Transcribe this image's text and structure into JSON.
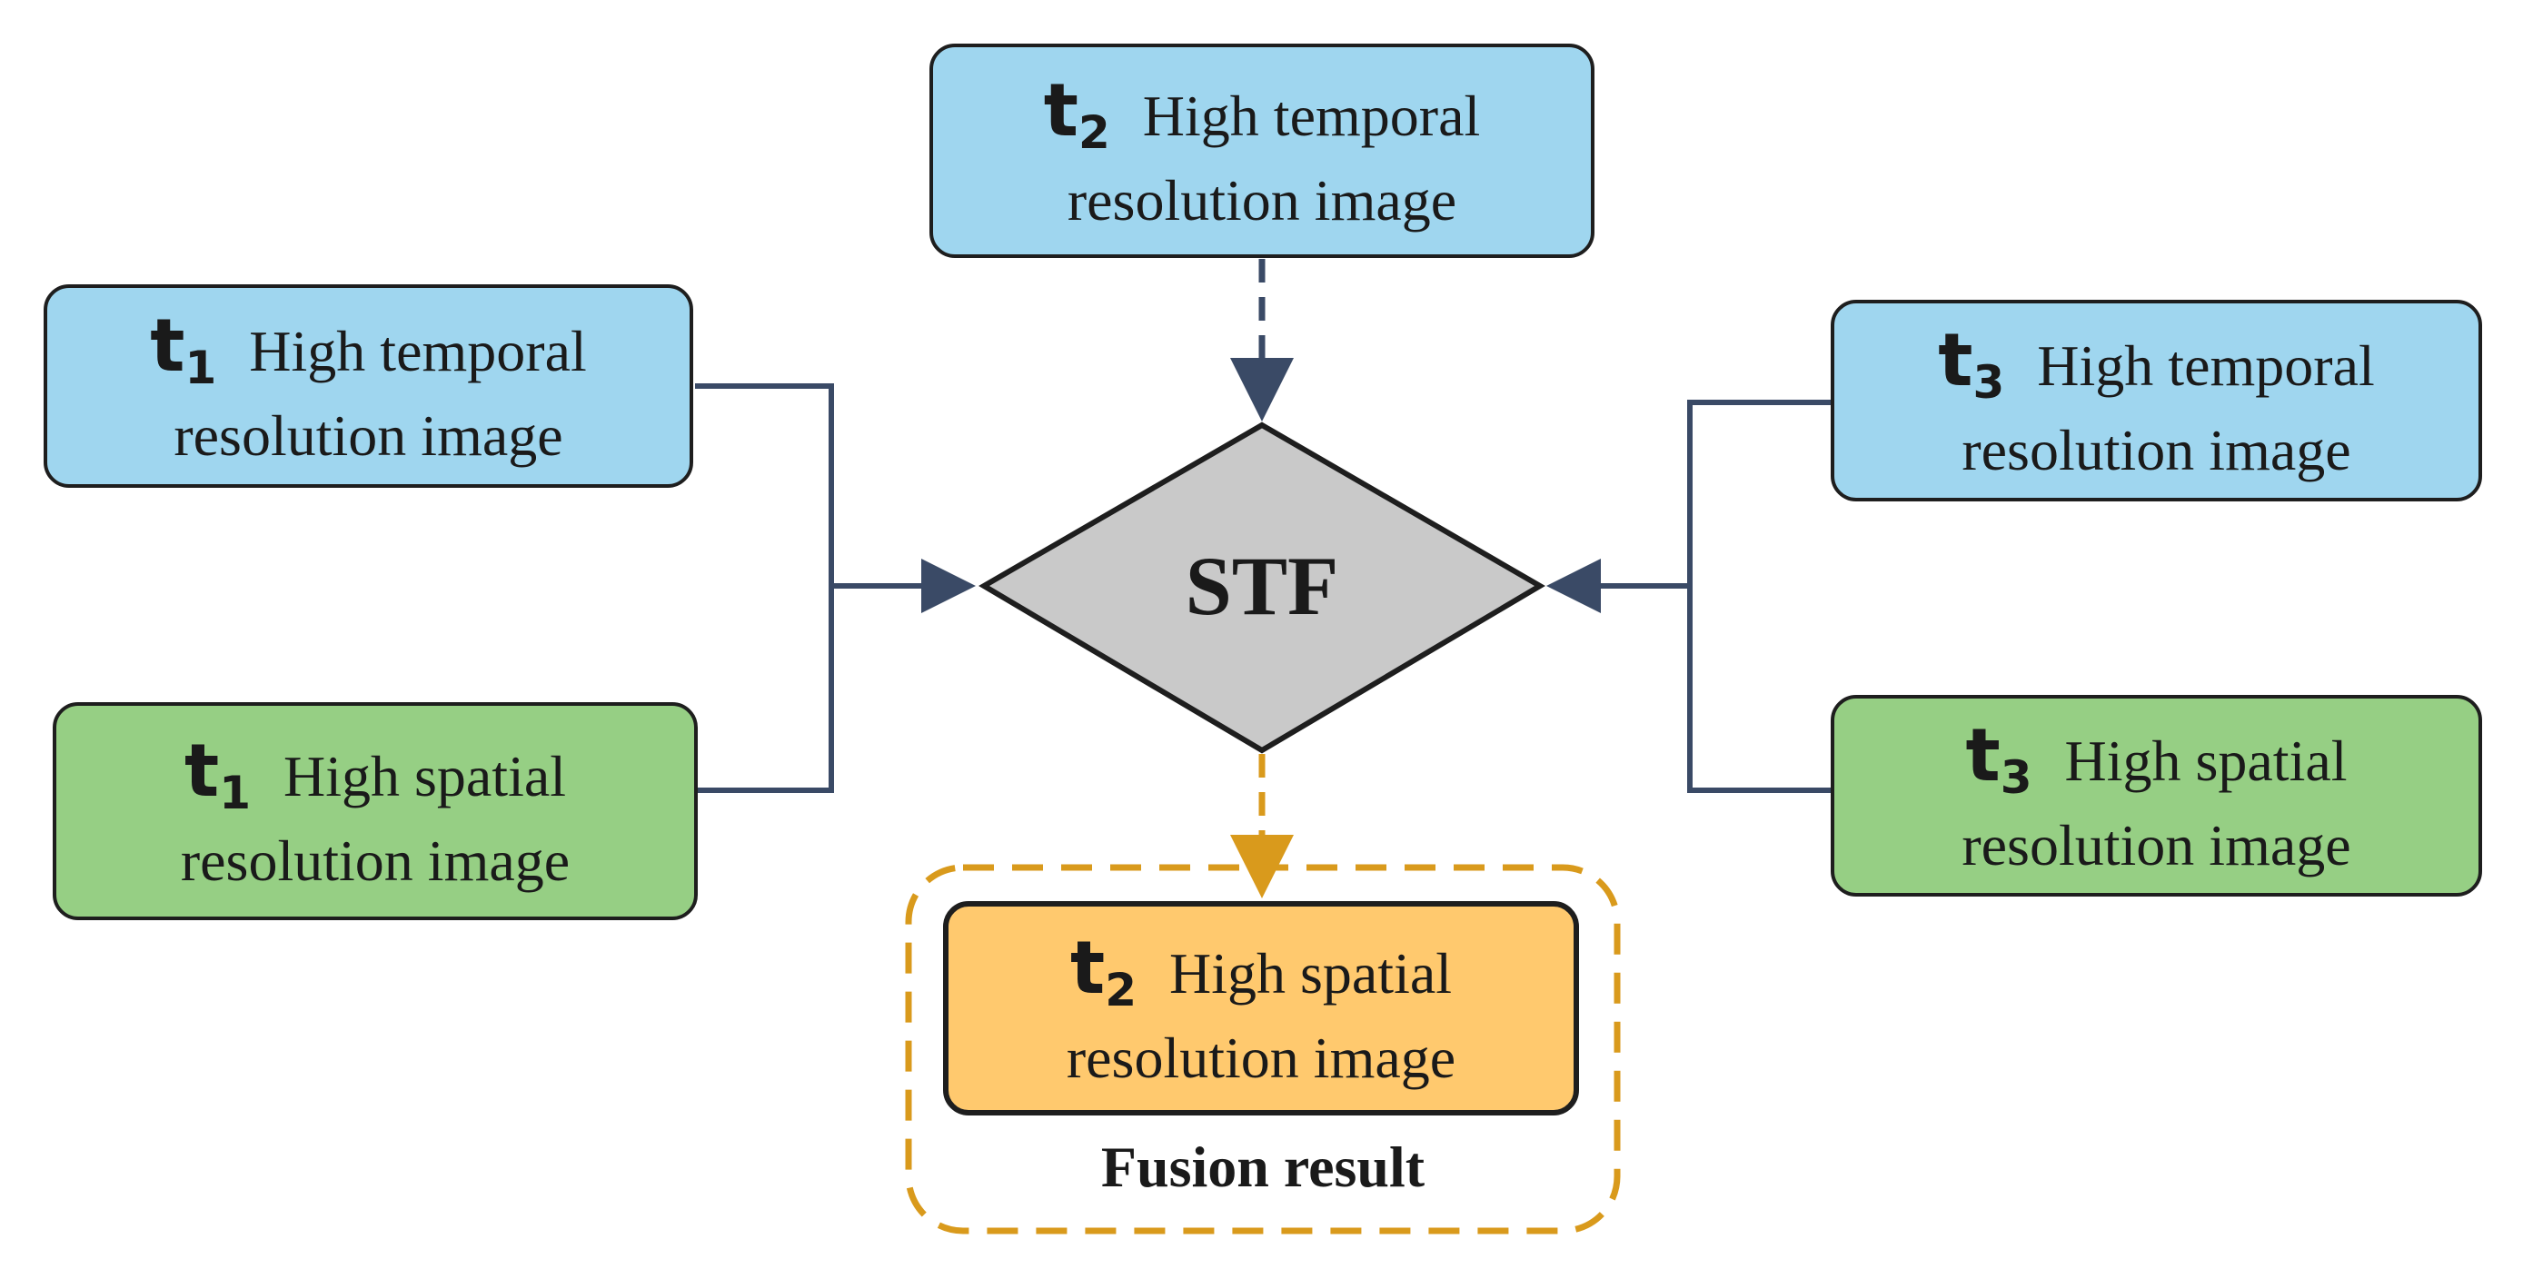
{
  "nodes": {
    "t2_temporal": {
      "t": "t",
      "sub": "2",
      "line1": "High temporal",
      "line2": "resolution image"
    },
    "t1_temporal": {
      "t": "t",
      "sub": "1",
      "line1": "High temporal",
      "line2": "resolution image"
    },
    "t1_spatial": {
      "t": "t",
      "sub": "1",
      "line1": "High spatial",
      "line2": "resolution image"
    },
    "t3_temporal": {
      "t": "t",
      "sub": "3",
      "line1": "High temporal",
      "line2": "resolution image"
    },
    "t3_spatial": {
      "t": "t",
      "sub": "3",
      "line1": "High spatial",
      "line2": "resolution image"
    },
    "t2_result": {
      "t": "t",
      "sub": "2",
      "line1": "High spatial",
      "line2": "resolution image"
    }
  },
  "center": {
    "label": "STF"
  },
  "result_group": {
    "caption": "Fusion result"
  },
  "colors": {
    "temporal_fill": "#9fd6ef",
    "spatial_fill": "#96cf84",
    "result_fill": "#ffc96e",
    "diamond_fill": "#c9c9c9",
    "connector": "#3a4a66",
    "result_dash": "#d99a1c"
  }
}
